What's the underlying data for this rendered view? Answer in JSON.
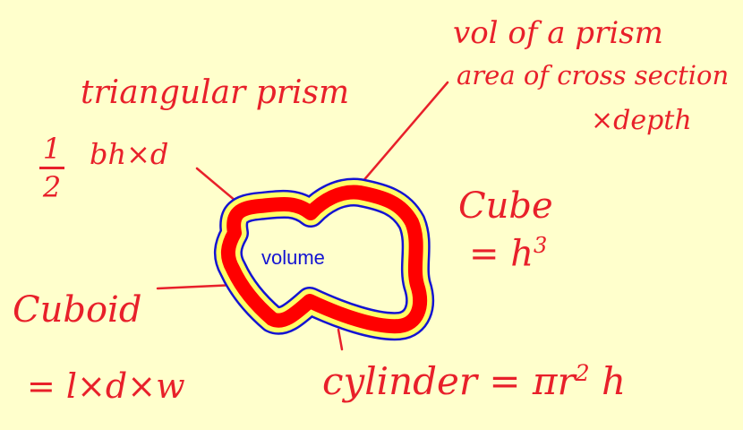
{
  "center_label": "volume",
  "colors": {
    "background": "#ffffcc",
    "ink": "#e8202a",
    "label": "#1414d2",
    "ring_fill": "#ff0000",
    "ring_inner": "#ffff66",
    "ring_outline": "#1414d2"
  },
  "notes": {
    "triangular_prism": {
      "title": "triangular prism",
      "frac_num": "1",
      "frac_den": "2",
      "formula": "bh×d"
    },
    "prism": {
      "line1": "vol of a prism",
      "line2": "area of cross section",
      "line3": "×depth"
    },
    "cube": {
      "title": "Cube",
      "formula": "= h",
      "exponent": "3"
    },
    "cuboid": {
      "title": "Cuboid",
      "formula": "= l×d×w"
    },
    "cylinder": {
      "formula": "cylinder = πr",
      "exponent": "2",
      "tail": " h"
    }
  }
}
